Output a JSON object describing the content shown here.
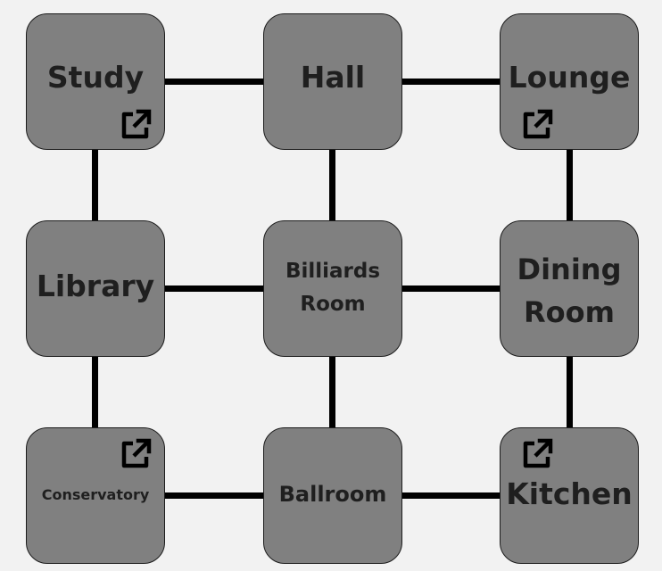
{
  "board": {
    "rooms": {
      "study": {
        "name": "Study"
      },
      "hall": {
        "name": "Hall"
      },
      "lounge": {
        "name": "Lounge"
      },
      "library": {
        "name": "Library"
      },
      "billiards": {
        "line1": "Billiards",
        "line2": "Room"
      },
      "dining": {
        "line1": "Dining",
        "line2": "Room"
      },
      "conservatory": {
        "name": "Conservatory"
      },
      "ballroom": {
        "name": "Ballroom"
      },
      "kitchen": {
        "name": "Kitchen"
      }
    },
    "secret_passages": [
      {
        "from": "Study",
        "to": "Kitchen",
        "icon": "external-link-icon"
      },
      {
        "from": "Lounge",
        "to": "Conservatory",
        "icon": "external-link-icon"
      },
      {
        "from": "Conservatory",
        "to": "Lounge",
        "icon": "external-link-icon"
      },
      {
        "from": "Kitchen",
        "to": "Study",
        "icon": "external-link-icon"
      }
    ],
    "colors": {
      "room_fill": "#808080",
      "room_text": "#1f1f1f",
      "connector": "#000000",
      "background": "#f2f2f2"
    }
  }
}
